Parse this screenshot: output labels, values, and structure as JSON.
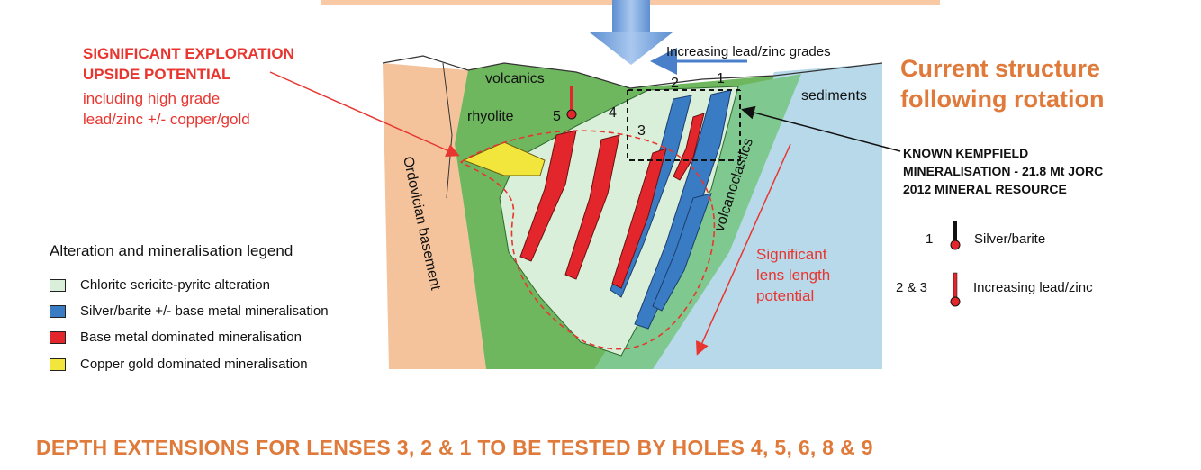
{
  "annotations": {
    "exploration_title_1": "SIGNIFICANT EXPLORATION",
    "exploration_title_2": "UPSIDE POTENTIAL",
    "exploration_sub_1": "including high grade",
    "exploration_sub_2": "lead/zinc +/- copper/gold",
    "increasing_grades": "Increasing lead/zinc grades",
    "structure_title_1": "Current structure",
    "structure_title_2": "following rotation",
    "known_1": "KNOWN KEMPFIELD",
    "known_2": "MINERALISATION - 21.8 Mt JORC",
    "known_3": "2012 MINERAL RESOURCE",
    "lens_length_1": "Significant",
    "lens_length_2": "lens length",
    "lens_length_3": "potential"
  },
  "diagram_labels": {
    "volcanics": "volcanics",
    "rhyolite": "rhyolite",
    "sediments": "sediments",
    "volcanoclastics": "volcanoclastics",
    "ordovician": "Ordovician basement",
    "lens_1": "1",
    "lens_2": "2",
    "lens_3": "3",
    "lens_4": "4",
    "lens_5": "5"
  },
  "legend": {
    "title": "Alteration and mineralisation legend",
    "items": [
      {
        "label": "Chlorite sericite-pyrite alteration",
        "color": "#d9efd9"
      },
      {
        "label": "Silver/barite +/- base metal mineralisation",
        "color": "#3a7cc4"
      },
      {
        "label": "Base metal dominated mineralisation",
        "color": "#e2262b"
      },
      {
        "label": "Copper gold dominated mineralisation",
        "color": "#f2e63c"
      }
    ]
  },
  "thermometer_legend": [
    {
      "number": "1",
      "label": "Silver/barite"
    },
    {
      "number": "2 & 3",
      "label": "Increasing lead/zinc"
    }
  ],
  "footer": "DEPTH EXTENSIONS FOR LENSES 3, 2 & 1 TO BE TESTED BY HOLES 4, 5, 6, 8 & 9",
  "colors": {
    "red_text": "#e8352f",
    "orange_text": "#e07a3a",
    "basement": "#f5c39b",
    "volcanics": "#6fb75e",
    "alteration": "#d9efd9",
    "sediments": "#b7d9ea",
    "volcanoclastics": "#7fc88f"
  }
}
